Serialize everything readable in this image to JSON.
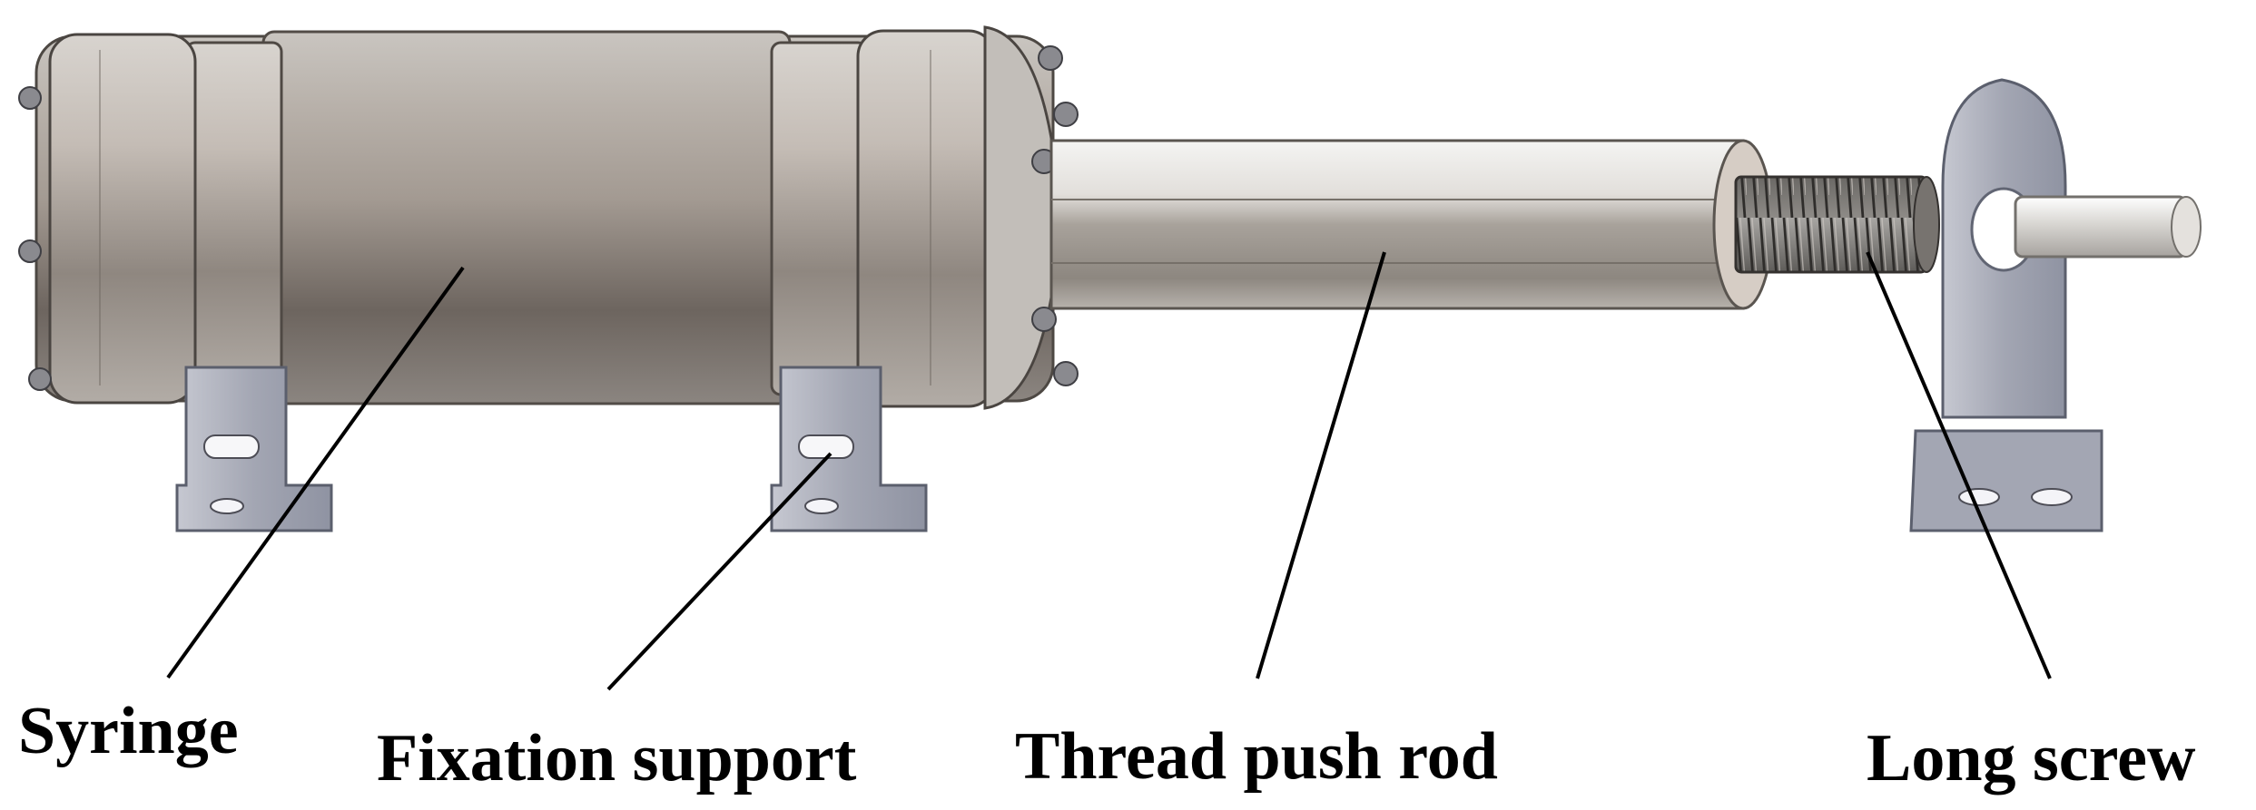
{
  "labels": {
    "syringe": "Syringe",
    "fixation_support": "Fixation support",
    "thread_push_rod": "Thread push rod",
    "long_screw": "Long screw"
  },
  "colors": {
    "background": "#ffffff",
    "callout_line": "#000000",
    "label_text": "#000000",
    "body_metal": "#a39a92",
    "body_dark": "#7f7770",
    "bracket_blue_gray": "#8f93a2",
    "bracket_light": "#c3c5cf",
    "rod_light": "#d7d5d1",
    "rod_dark": "#8d8780",
    "screw_dark": "#5e5c59",
    "bolt": "#8a8a8f"
  },
  "icons": {
    "syringe_body": "syringe-cylinder-icon",
    "fixation_bracket": "pillow-block-bracket-icon",
    "push_rod": "hex-push-rod-icon",
    "screw": "threaded-screw-icon",
    "end_support": "end-bearing-support-icon"
  }
}
